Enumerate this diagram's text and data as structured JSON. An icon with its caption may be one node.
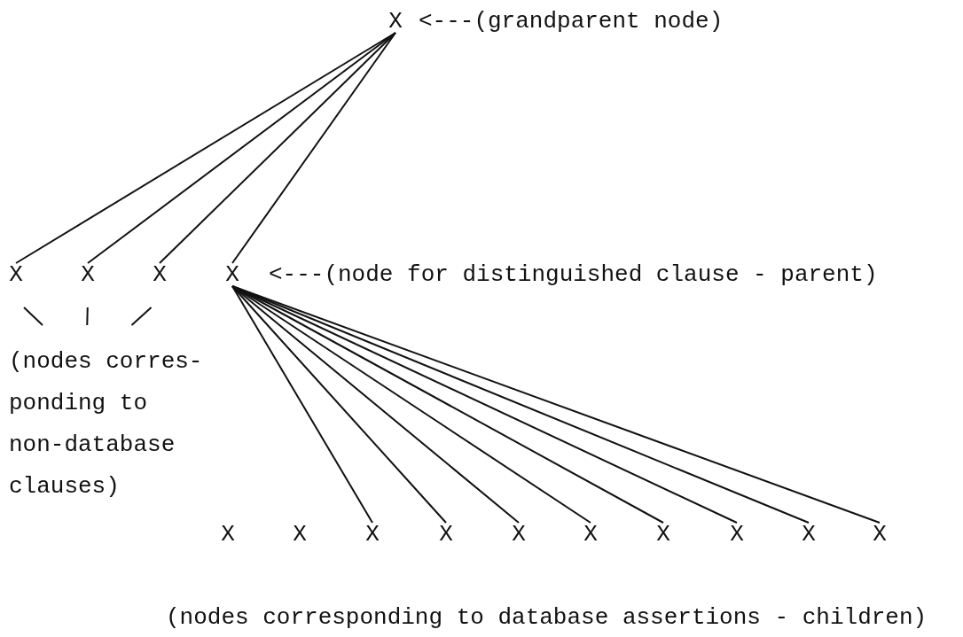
{
  "diagram": {
    "nodes": [
      {
        "text": [
          "X"
        ],
        "beside": [
          "<---(grandparent node)"
        ]
      },
      {
        "text": [
          "X"
        ]
      },
      {
        "text": [
          "X"
        ]
      },
      {
        "text": [
          "X"
        ]
      },
      {
        "text": [
          "X"
        ],
        "beside": [
          "<---(node for distinguished clause - parent)"
        ]
      },
      {
        "text": [
          "(nodes corres- ponding to non-database clauses)"
        ]
      },
      {
        "text": [
          "X"
        ]
      },
      {
        "text": [
          "X"
        ]
      },
      {
        "text": [
          "X"
        ]
      },
      {
        "text": [
          "X"
        ]
      },
      {
        "text": [
          "X"
        ]
      },
      {
        "text": [
          "X"
        ]
      },
      {
        "text": [
          "X"
        ]
      },
      {
        "text": [
          "X"
        ]
      },
      {
        "text": [
          "X"
        ]
      },
      {
        "text": [
          "X"
        ]
      }
    ],
    "edges": [
      {
        "from": 0,
        "to": 1,
        "arrow": "none"
      },
      {
        "from": 0,
        "to": 2,
        "arrow": "none"
      },
      {
        "from": 0,
        "to": 3,
        "arrow": "none"
      },
      {
        "from": 0,
        "to": 4,
        "arrow": "none"
      },
      {
        "from": 5,
        "to": 1,
        "arrow": "none"
      },
      {
        "from": 5,
        "to": 2,
        "arrow": "none"
      },
      {
        "from": 5,
        "to": 3,
        "arrow": "none"
      },
      {
        "from": 4,
        "to": 8,
        "arrow": "none"
      },
      {
        "from": 4,
        "to": 9,
        "arrow": "none"
      },
      {
        "from": 4,
        "to": 10,
        "arrow": "none"
      },
      {
        "from": 4,
        "to": 11,
        "arrow": "none"
      },
      {
        "from": 4,
        "to": 12,
        "arrow": "none"
      },
      {
        "from": 4,
        "to": 13,
        "arrow": "none"
      },
      {
        "from": 4,
        "to": 14,
        "arrow": "none"
      },
      {
        "from": 4,
        "to": 15,
        "arrow": "none"
      }
    ],
    "labels": [
      "(nodes corresponding to database assertions - children)"
    ]
  }
}
